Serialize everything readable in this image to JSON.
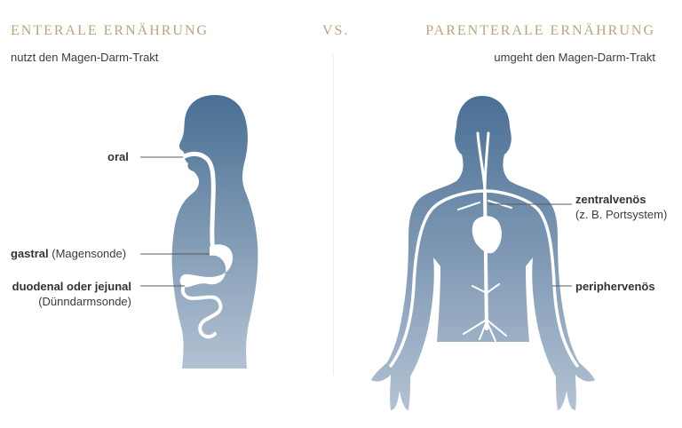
{
  "left": {
    "heading": "ENTERALE ERNÄHRUNG",
    "subtitle": "nutzt den Magen-Darm-Trakt",
    "labels": {
      "oral": "oral",
      "gastral_bold": "gastral",
      "gastral_rest": " (Magensonde)",
      "duodenal_line1": "duodenal oder jejunal",
      "duodenal_line2": "(Dünndarmsonde)"
    }
  },
  "vs": "VS.",
  "right": {
    "heading": "PARENTERALE ERNÄHRUNG",
    "subtitle": "umgeht den Magen-Darm-Trakt",
    "labels": {
      "central_line1": "zentralvenös",
      "central_line2": "(z. B. Portsystem)",
      "peripheral": "peripher­venös"
    }
  },
  "colors": {
    "heading": "#b8a57e",
    "figure_top": "#4a6f94",
    "figure_bottom": "#b3c2d3",
    "tract": "#ffffff",
    "leader": "#5a5a5a"
  }
}
